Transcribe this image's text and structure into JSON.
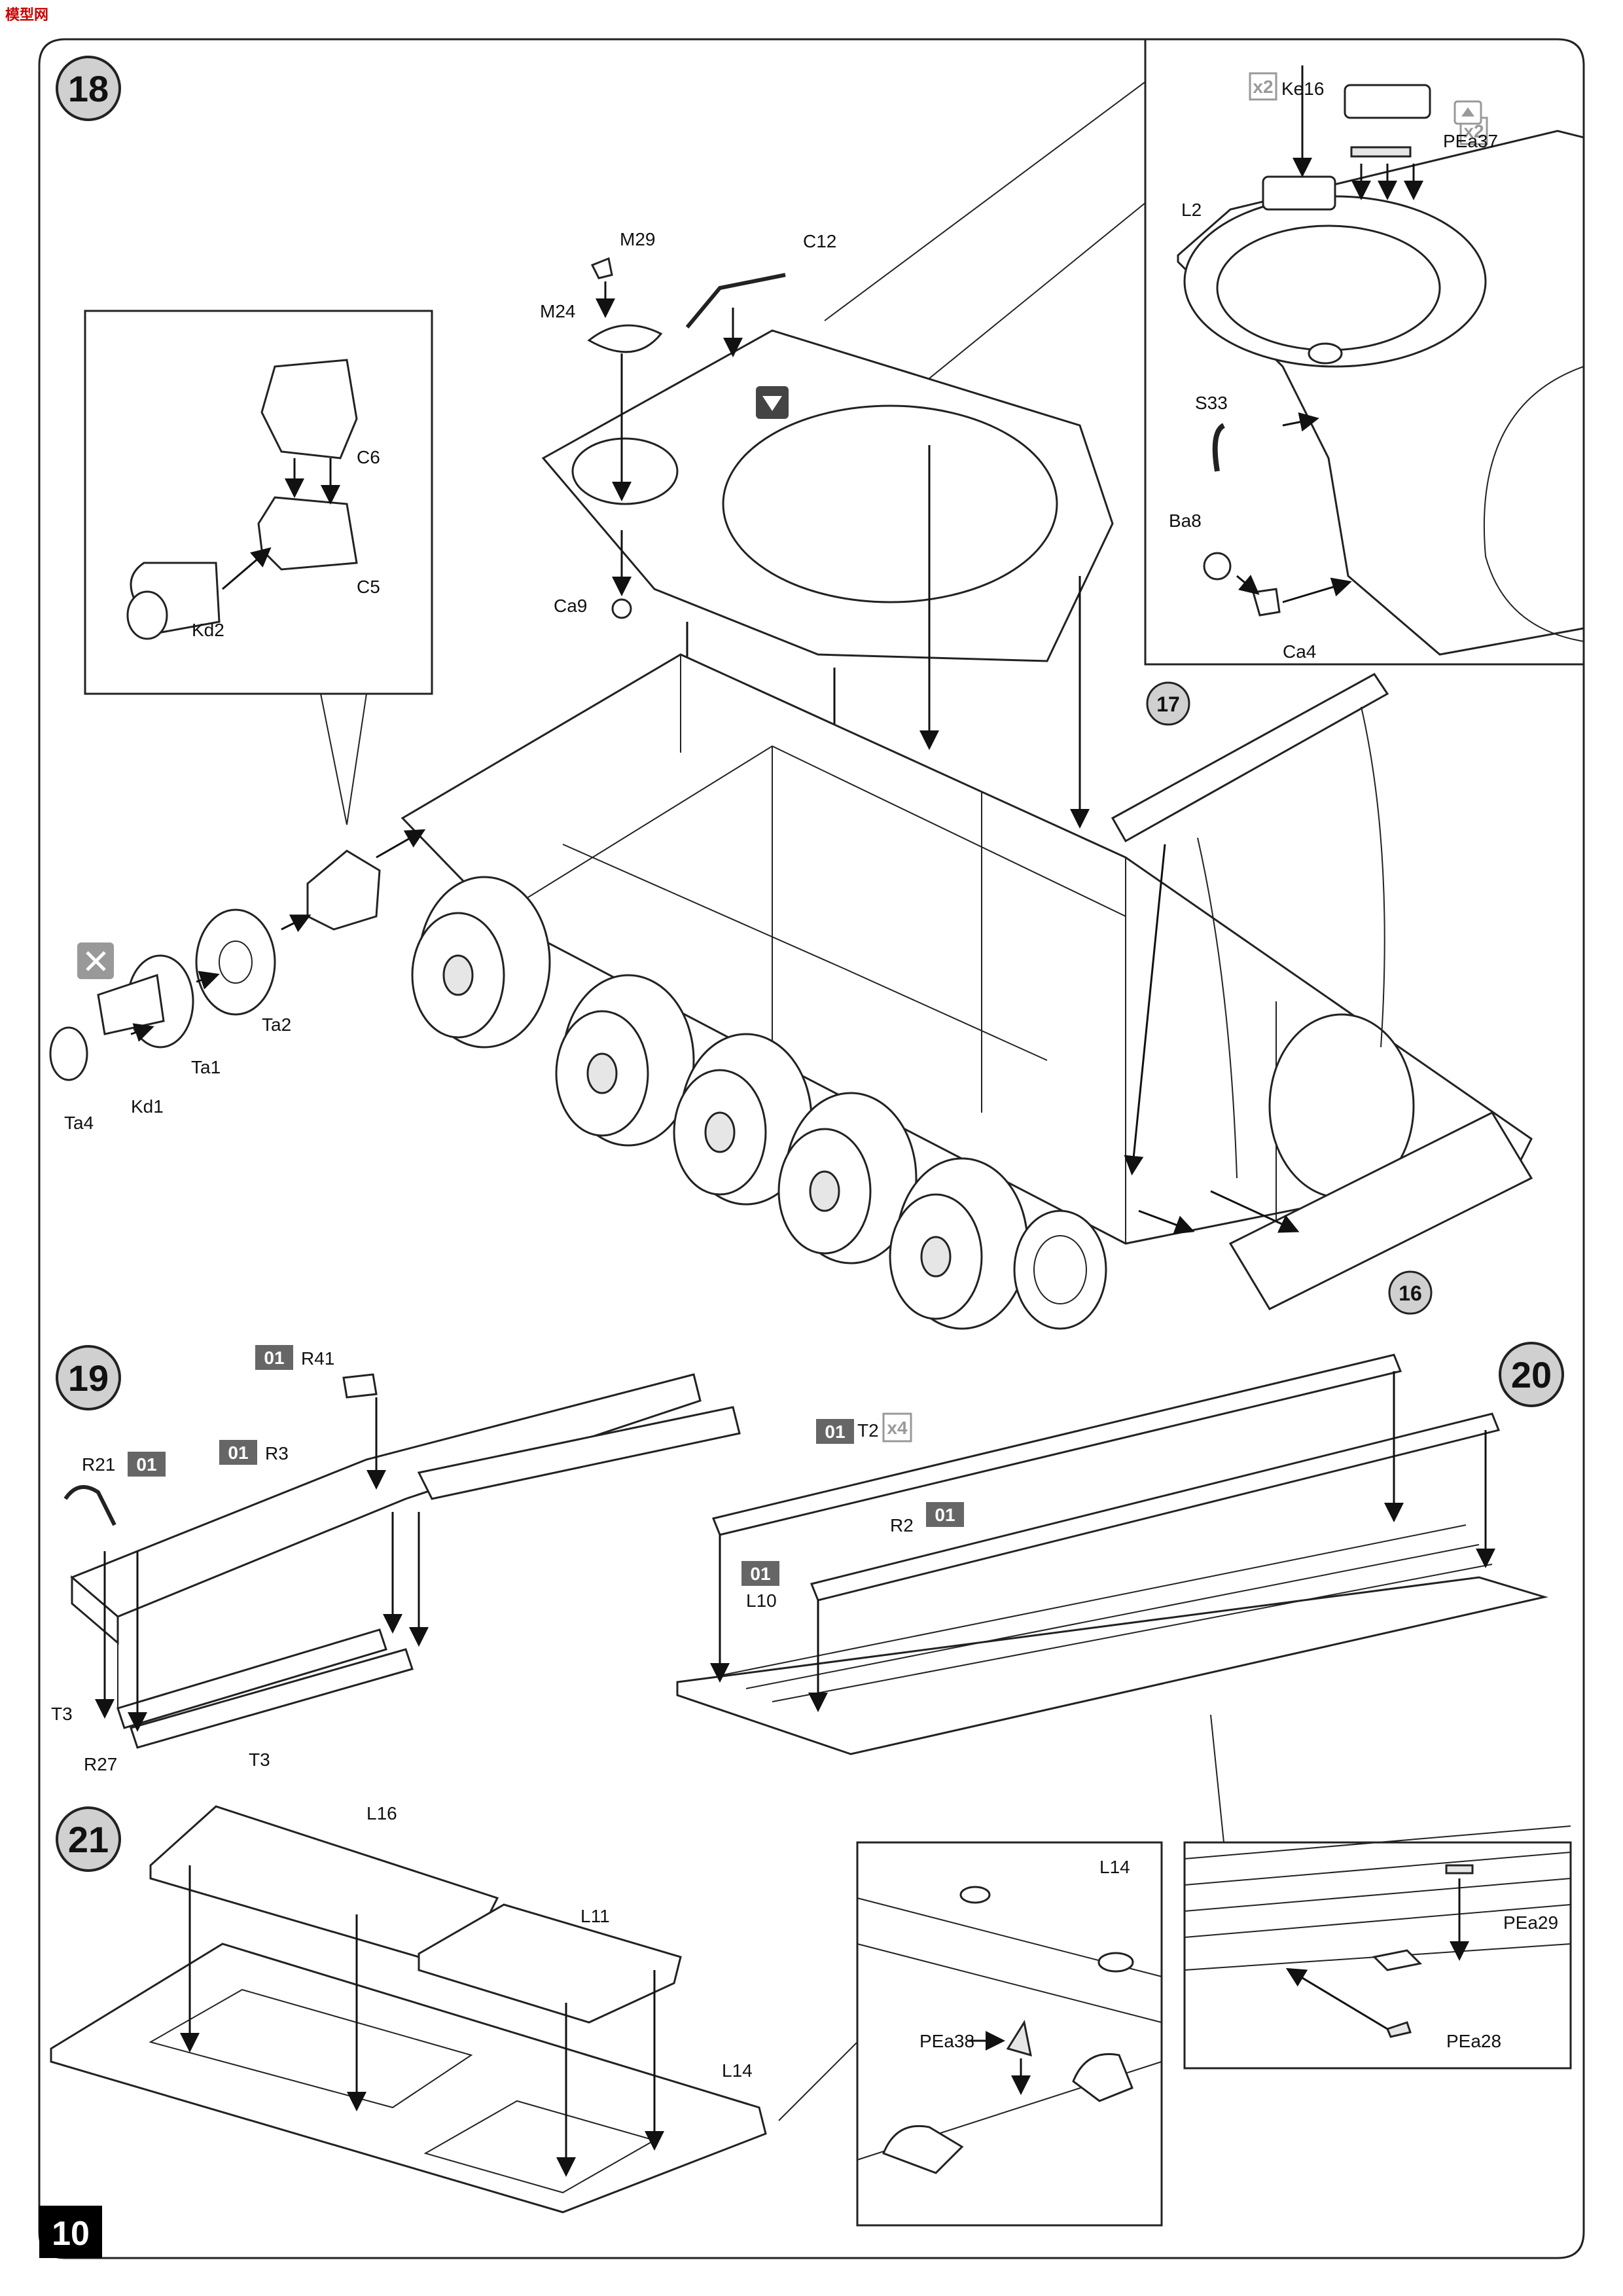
{
  "corner_logo": "模型网",
  "page_number": "10",
  "steps": [
    {
      "number": "18"
    },
    {
      "number": "19"
    },
    {
      "number": "20"
    },
    {
      "number": "21"
    }
  ],
  "ref_steps": {
    "a": "17",
    "b": "16"
  },
  "badges": {
    "b1": "01",
    "b2": "01",
    "b3": "01",
    "b4": "01",
    "b5": "01",
    "b6": "01"
  },
  "multipliers": {
    "m1": "x2",
    "m2": "x2",
    "m3": "x4"
  },
  "labels": {
    "M29": "M29",
    "M24": "M24",
    "C12": "C12",
    "Ca9": "Ca9",
    "Ke16": "Ke16",
    "PEa37": "PEa37",
    "L2": "L2",
    "S33": "S33",
    "Ba8": "Ba8",
    "Ca4": "Ca4",
    "C6": "C6",
    "C5": "C5",
    "Kd2": "Kd2",
    "Ta2": "Ta2",
    "Ta1": "Ta1",
    "Kd1": "Kd1",
    "Ta4": "Ta4",
    "R41": "R41",
    "R3": "R3",
    "R21": "R21",
    "T3a": "T3",
    "R27": "R27",
    "T3b": "T3",
    "T2": "T2",
    "R2": "R2",
    "L10": "L10",
    "L16": "L16",
    "L11": "L11",
    "L14a": "L14",
    "L14b": "L14",
    "PEa38": "PEa38",
    "PEa29": "PEa29",
    "PEa28": "PEa28"
  }
}
